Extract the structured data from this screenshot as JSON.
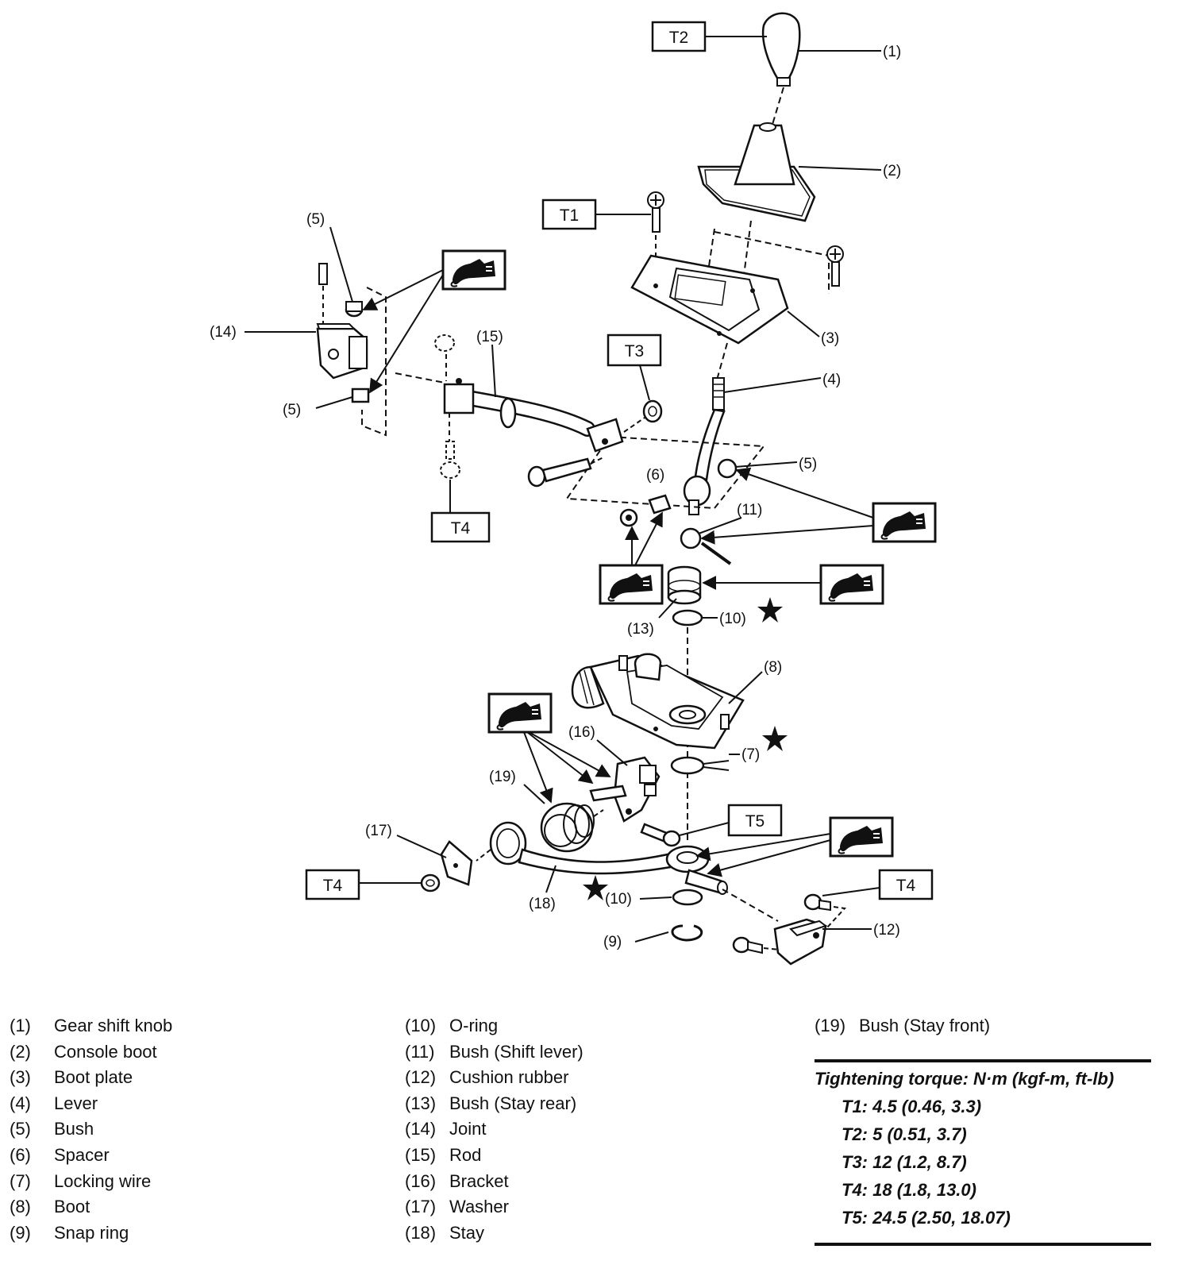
{
  "callouts": {
    "c1": "(1)",
    "c2": "(2)",
    "c3": "(3)",
    "c4": "(4)",
    "c5a": "(5)",
    "c5b": "(5)",
    "c5c": "(5)",
    "c6": "(6)",
    "c7": "(7)",
    "c8": "(8)",
    "c9": "(9)",
    "c10a": "(10)",
    "c10b": "(10)",
    "c11": "(11)",
    "c12": "(12)",
    "c13": "(13)",
    "c14": "(14)",
    "c15": "(15)",
    "c16": "(16)",
    "c17": "(17)",
    "c18": "(18)",
    "c19": "(19)"
  },
  "torque_tags": {
    "t1": "T1",
    "t2": "T2",
    "t3": "T3",
    "t4a": "T4",
    "t4b": "T4",
    "t4c": "T4",
    "t5": "T5"
  },
  "legend": {
    "col1": [
      {
        "num": "(1)",
        "name": "Gear shift knob"
      },
      {
        "num": "(2)",
        "name": "Console boot"
      },
      {
        "num": "(3)",
        "name": "Boot plate"
      },
      {
        "num": "(4)",
        "name": "Lever"
      },
      {
        "num": "(5)",
        "name": "Bush"
      },
      {
        "num": "(6)",
        "name": "Spacer"
      },
      {
        "num": "(7)",
        "name": "Locking wire"
      },
      {
        "num": "(8)",
        "name": "Boot"
      },
      {
        "num": "(9)",
        "name": "Snap ring"
      }
    ],
    "col2": [
      {
        "num": "(10)",
        "name": "O-ring"
      },
      {
        "num": "(11)",
        "name": "Bush (Shift lever)"
      },
      {
        "num": "(12)",
        "name": "Cushion rubber"
      },
      {
        "num": "(13)",
        "name": "Bush (Stay rear)"
      },
      {
        "num": "(14)",
        "name": "Joint"
      },
      {
        "num": "(15)",
        "name": "Rod"
      },
      {
        "num": "(16)",
        "name": "Bracket"
      },
      {
        "num": "(17)",
        "name": "Washer"
      },
      {
        "num": "(18)",
        "name": "Stay"
      }
    ],
    "col3": [
      {
        "num": "(19)",
        "name": "Bush (Stay front)"
      }
    ]
  },
  "torque_table": {
    "title": "Tightening torque: N·m (kgf-m, ft-lb)",
    "rows": [
      "T1: 4.5 (0.46, 3.3)",
      "T2: 5 (0.51, 3.7)",
      "T3: 12 (1.2, 8.7)",
      "T4: 18 (1.8, 13.0)",
      "T5: 24.5 (2.50, 18.07)"
    ]
  },
  "icons": {
    "grease": "grease-gun-icon",
    "replace": "star-icon"
  }
}
